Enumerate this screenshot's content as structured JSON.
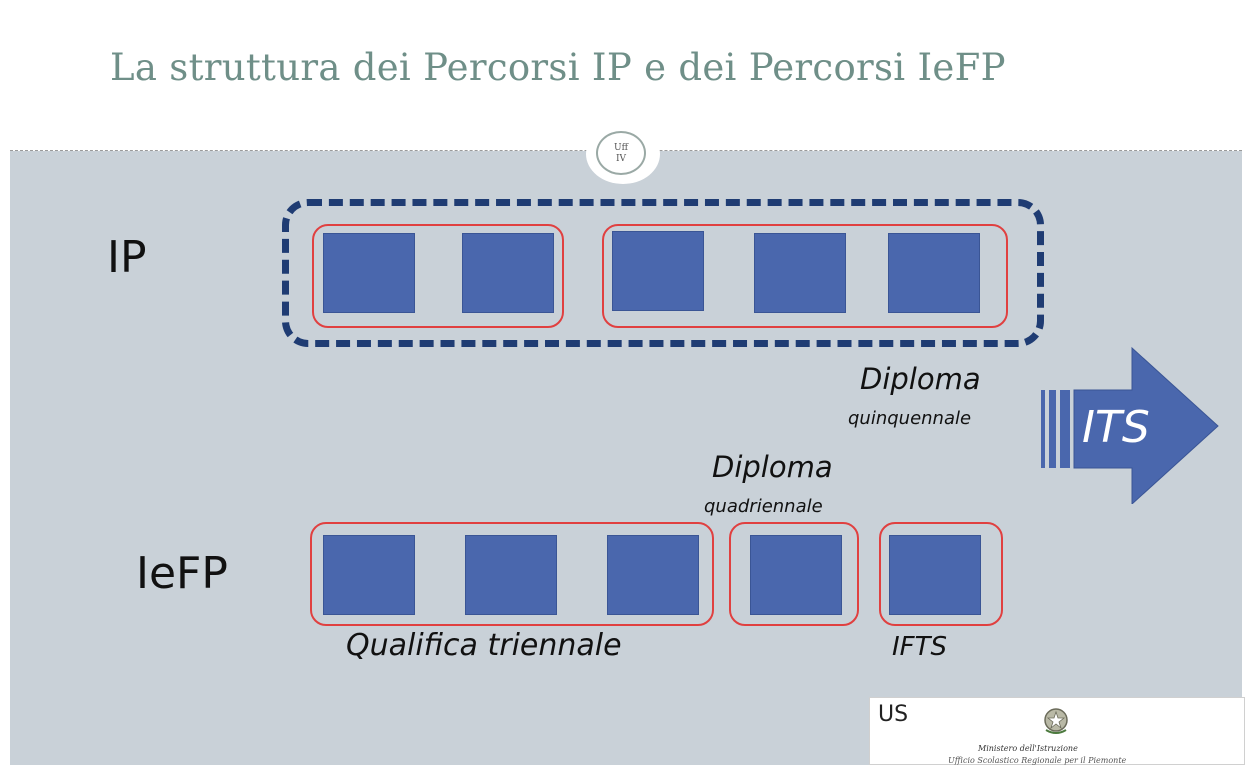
{
  "slide": {
    "title": "La struttura dei Percorsi IP e dei  Percorsi IeFP",
    "badge": {
      "line1": "Uff",
      "line2": "IV"
    }
  },
  "rows": {
    "ip": {
      "label": "IP",
      "blocks": 5
    },
    "iefp": {
      "label": "IeFP",
      "blocks": 5
    }
  },
  "notes": {
    "diploma_1": "Diploma",
    "quinquennale": "quinquennale",
    "diploma_2": "Diploma",
    "quadriennale": "quadriennale",
    "qualifica": "Qualifica triennale",
    "ifts": "IFTS"
  },
  "its_arrow": {
    "label": "ITS"
  },
  "logo": {
    "mark": "US",
    "line1": "Ministero dell'Istruzione",
    "line2": "Ufficio Scolastico Regionale per il Piemonte"
  },
  "colors": {
    "title": "#6f8f88",
    "body_bg": "#c9d1d8",
    "block": "#4a67ad",
    "dashed_frame": "#1f3c73",
    "red_outline": "#e04040"
  }
}
